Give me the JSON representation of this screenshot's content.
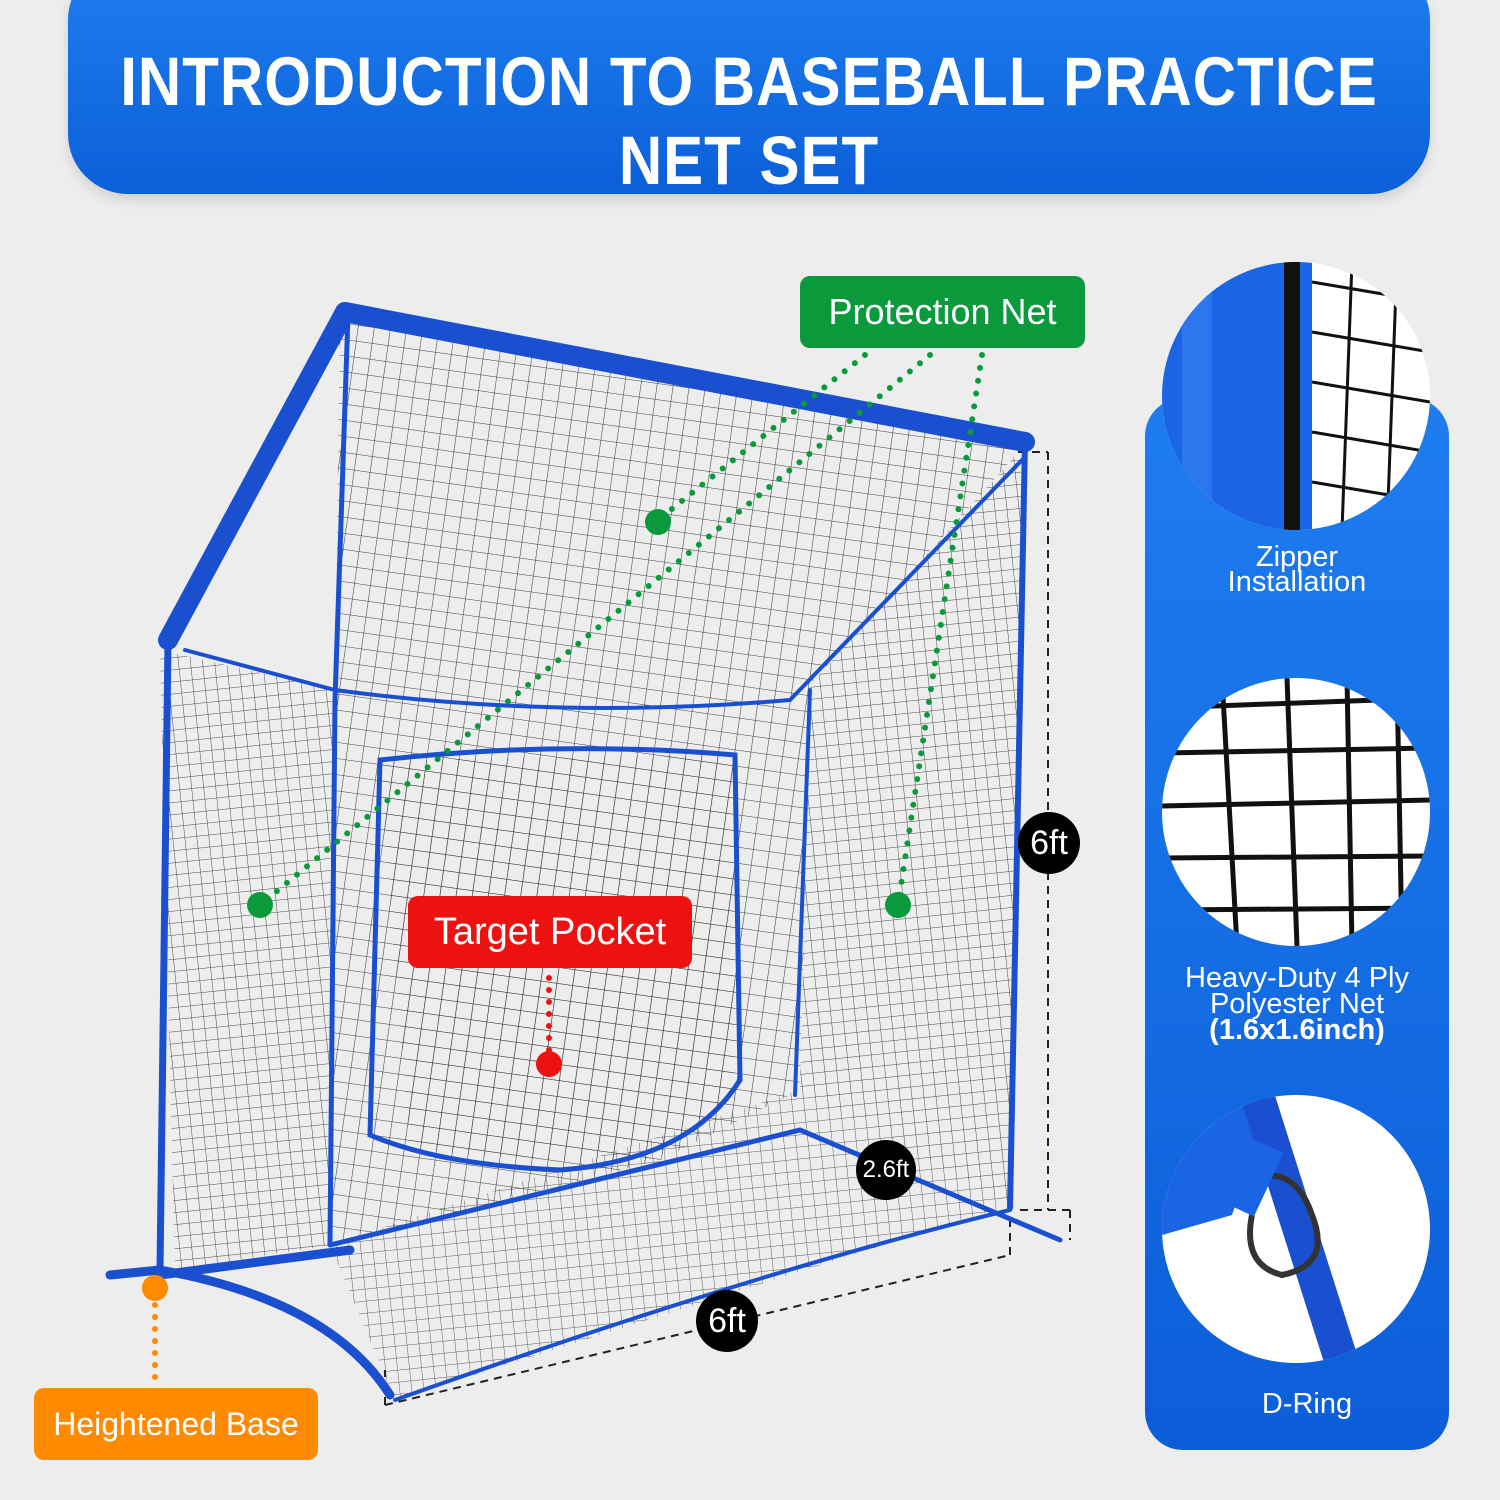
{
  "title": "INTRODUCTION TO BASEBALL PRACTICE NET SET",
  "callouts": {
    "protection_net": "Protection Net",
    "target_pocket": "Target Pocket",
    "heightened_base": "Heightened Base"
  },
  "dimensions": {
    "height": "6ft",
    "width": "6ft",
    "depth": "2.6ft"
  },
  "details": {
    "zipper": "Zipper Installation",
    "net_line1": "Heavy-Duty 4 Ply",
    "net_line2": "Polyester Net",
    "net_line3": "(1.6x1.6inch)",
    "dring": "D-Ring"
  },
  "colors": {
    "brand_blue": "#0b5fd8",
    "frame_blue": "#1a4fd0",
    "callout_green": "#0a9a3c",
    "callout_red": "#ee1111",
    "callout_orange": "#ff8a00"
  },
  "icons": [
    "zipper-detail-image",
    "net-mesh-detail-image",
    "d-ring-detail-image"
  ]
}
